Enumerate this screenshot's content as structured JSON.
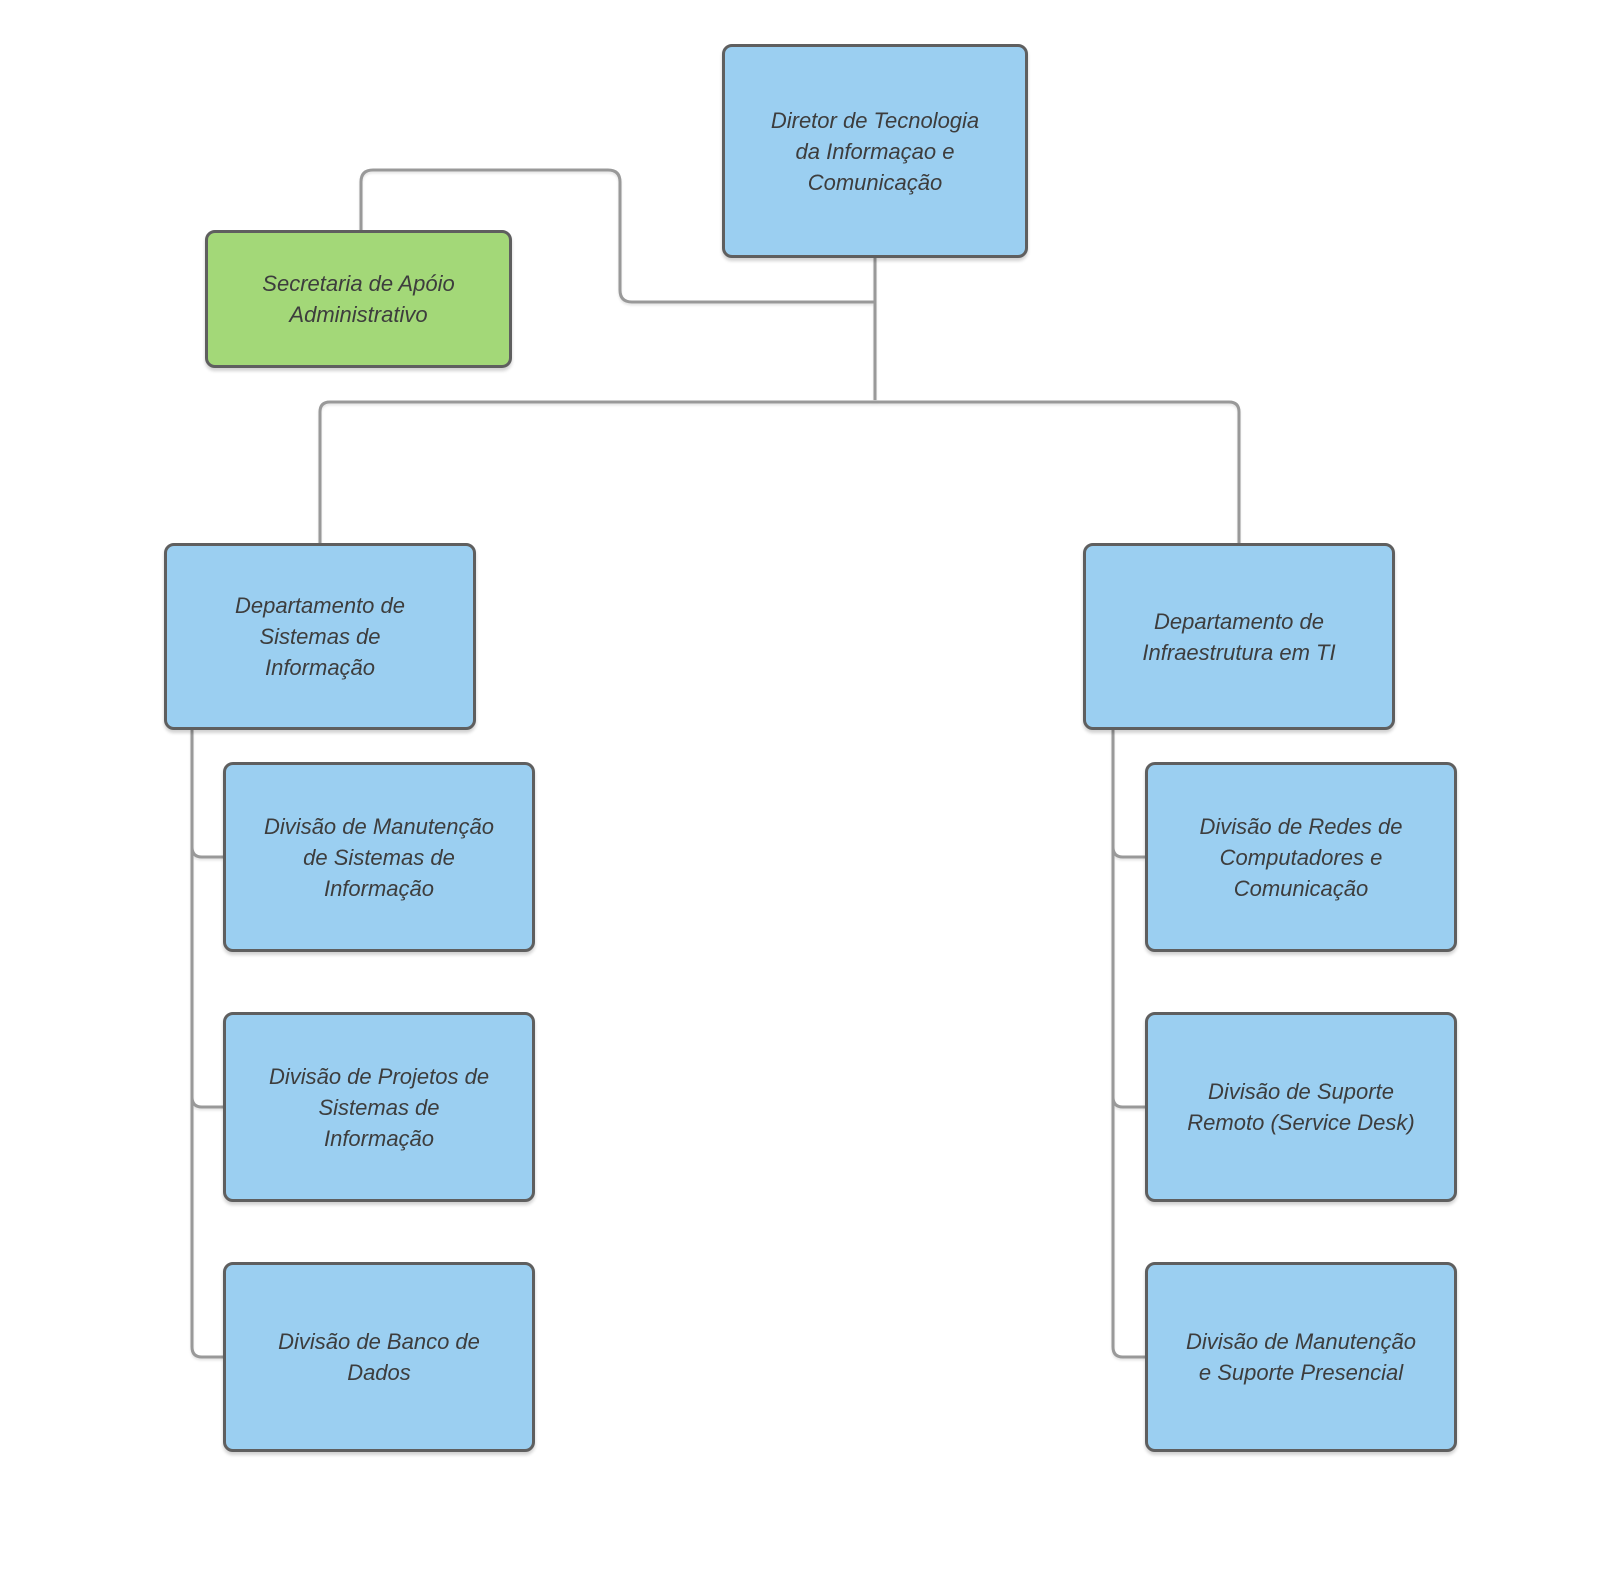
{
  "diagram_type": "org-chart",
  "palette": {
    "node_blue": "#9bcff1",
    "node_green": "#a3d878",
    "node_border": "#5f5f5f",
    "connector": "#999999",
    "text": "#3d3d3d",
    "background": "#ffffff"
  },
  "org": {
    "root": {
      "label": "Diretor de Tecnologia\nda Informaçao e\nComunicação",
      "color": "blue"
    },
    "assistant": {
      "label": "Secretaria de Apóio\nAdministrativo",
      "color": "green"
    },
    "departments": [
      {
        "label": "Departamento de\nSistemas de\nInformação",
        "color": "blue",
        "divisions": [
          {
            "label": "Divisão de Manutenção\nde Sistemas de\nInformação",
            "color": "blue"
          },
          {
            "label": "Divisão de Projetos de\nSistemas de\nInformação",
            "color": "blue"
          },
          {
            "label": "Divisão de Banco de\nDados",
            "color": "blue"
          }
        ]
      },
      {
        "label": "Departamento de\nInfraestrutura em TI",
        "color": "blue",
        "divisions": [
          {
            "label": "Divisão de Redes de\nComputadores e\nComunicação",
            "color": "blue"
          },
          {
            "label": "Divisão de Suporte\nRemoto (Service Desk)",
            "color": "blue"
          },
          {
            "label": "Divisão de Manutenção\ne Suporte Presencial",
            "color": "blue"
          }
        ]
      }
    ]
  }
}
